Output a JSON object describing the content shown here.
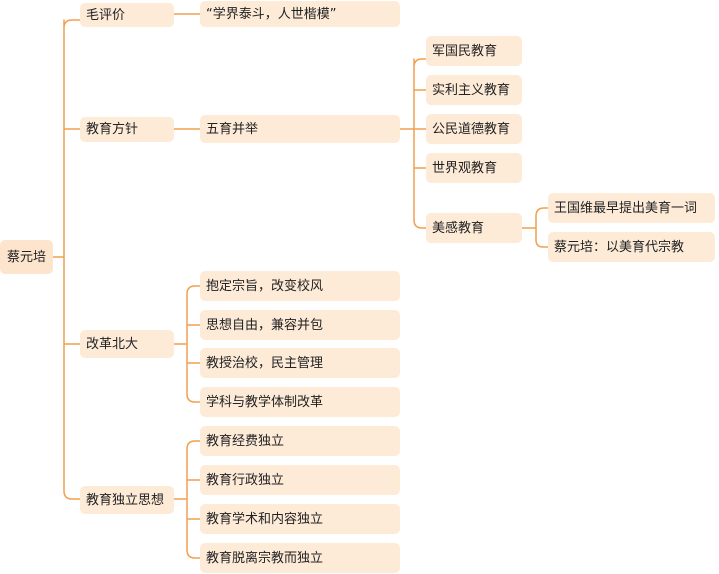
{
  "root": "蔡元培",
  "mao": {
    "label": "毛评价",
    "quote": "“学界泰斗，人世楷模”"
  },
  "policy": {
    "label": "教育方针",
    "sub": "五育并举",
    "items": [
      "军国民教育",
      "实利主义教育",
      "公民道德教育",
      "世界观教育",
      "美感教育"
    ],
    "aesthetic_notes": [
      "王国维最早提出美育一词",
      "蔡元培：以美育代宗教"
    ]
  },
  "reform": {
    "label": "改革北大",
    "items": [
      "抱定宗旨，改变校风",
      "思想自由，兼容并包",
      "教授治校，民主管理",
      "学科与教学体制改革"
    ]
  },
  "independence": {
    "label": "教育独立思想",
    "items": [
      "教育经费独立",
      "教育行政独立",
      "教育学术和内容独立",
      "教育脱离宗教而独立"
    ]
  },
  "colors": {
    "line": "#f0a050",
    "node": "#fdebd8"
  }
}
